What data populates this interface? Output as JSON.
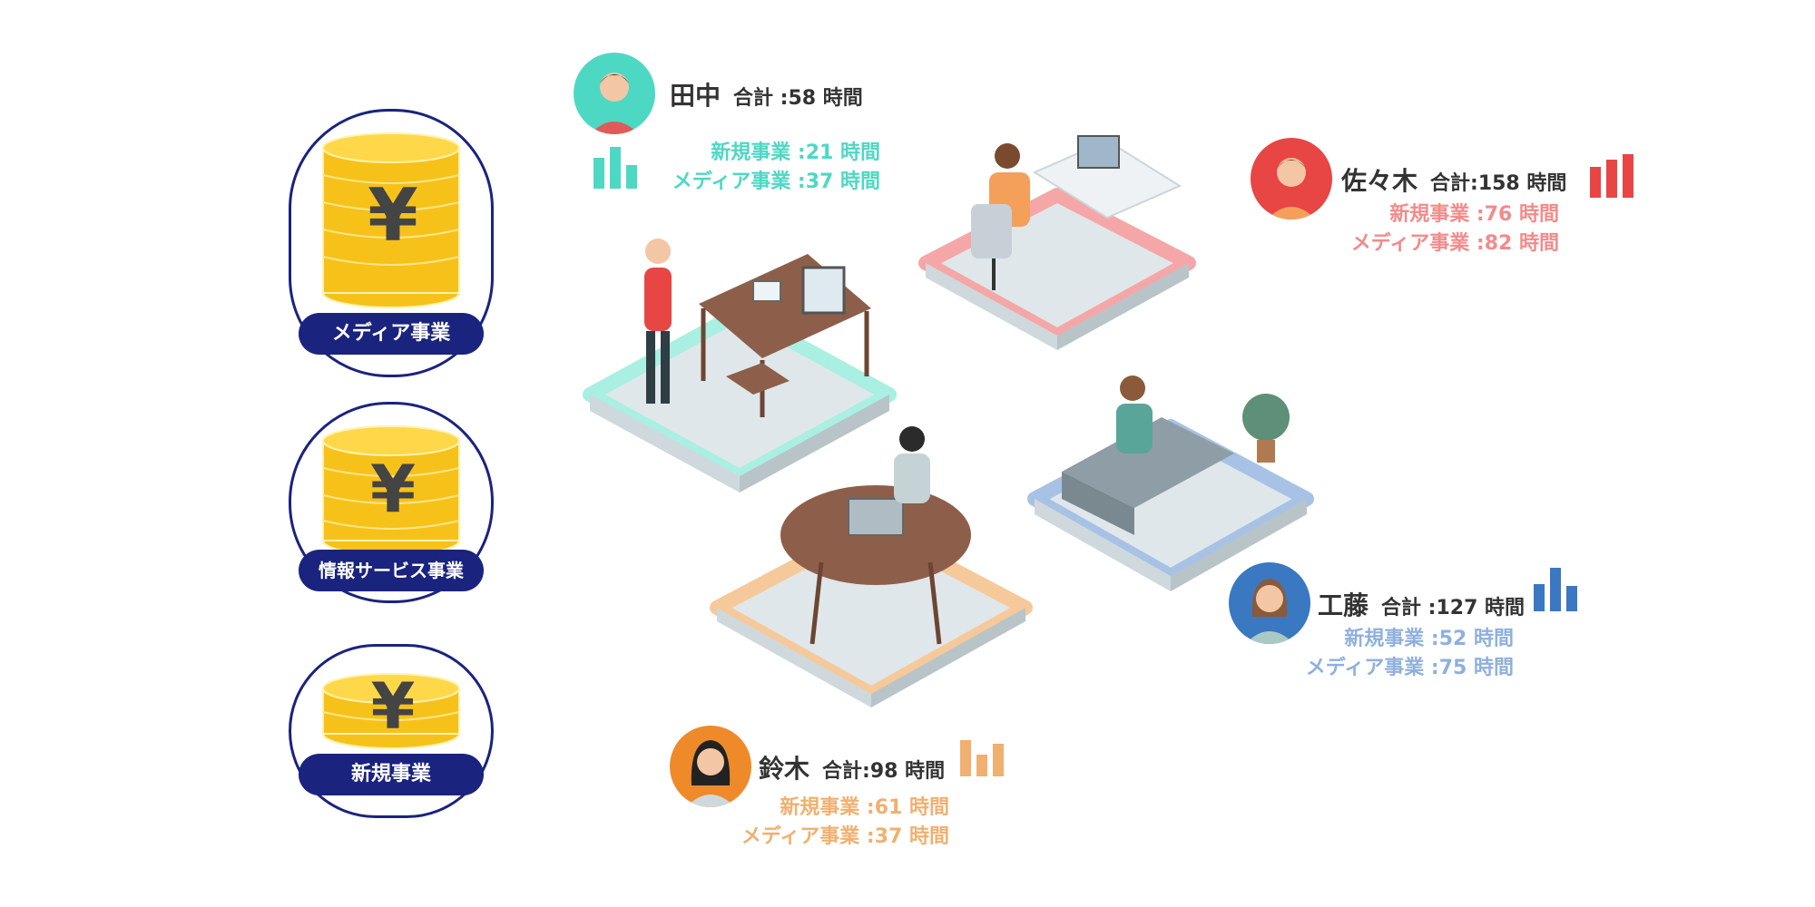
{
  "businesses": [
    {
      "label": "メディア事業"
    },
    {
      "label": "情報サービス事業"
    },
    {
      "label": "新規事業"
    }
  ],
  "people": [
    {
      "name": "田中",
      "total": "合計 :58 時間",
      "lines": [
        "新規事業 :21 時間",
        "メディア事業 :37 時間"
      ],
      "color": "#4dd8c4",
      "avatar_bg": "#4dd8c4"
    },
    {
      "name": "佐々木",
      "total": "合計:158 時間",
      "lines": [
        "新規事業 :76 時間",
        "メディア事業 :82 時間"
      ],
      "color": "#f28b8b",
      "avatar_bg": "#e84545"
    },
    {
      "name": "工藤",
      "total": "合計 :127 時間",
      "lines": [
        "新規事業 :52 時間",
        "メディア事業 :75 時間"
      ],
      "color": "#8fb0dd",
      "avatar_bg": "#3a78c2"
    },
    {
      "name": "鈴木",
      "total": "合計:98 時間",
      "lines": [
        "新規事業 :61 時間",
        "メディア事業 :37 時間"
      ],
      "color": "#f0b070",
      "avatar_bg": "#ee8a2a"
    }
  ],
  "colors": {
    "navy": "#1a237e",
    "coin": "#f6c21a",
    "teal": "#4dd8c4",
    "red": "#e84545",
    "blue": "#3a78c2",
    "orange": "#ee8a2a"
  },
  "icons": [
    "yen-coin-stack-icon",
    "bar-chart-icon",
    "person-avatar-icon"
  ]
}
